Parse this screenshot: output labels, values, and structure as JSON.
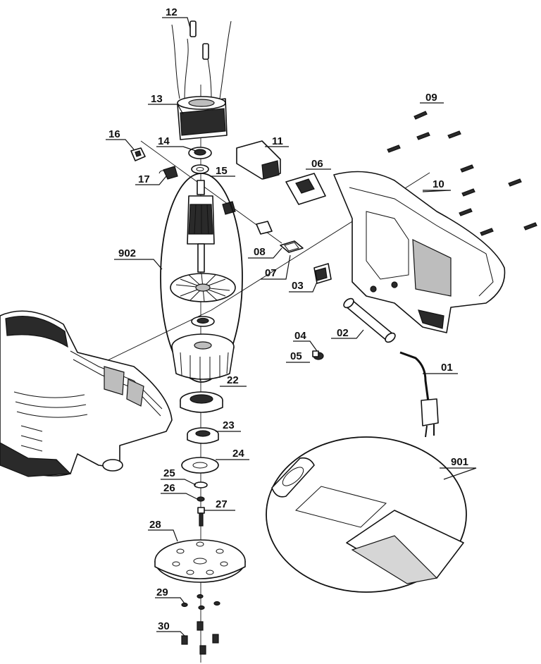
{
  "labels": {
    "p01": "01",
    "p02": "02",
    "p03": "03",
    "p04": "04",
    "p05": "05",
    "p06": "06",
    "p07": "07",
    "p08": "08",
    "p09": "09",
    "p10": "10",
    "p11": "11",
    "p12": "12",
    "p13": "13",
    "p14": "14",
    "p15": "15",
    "p16": "16",
    "p17": "17",
    "p22": "22",
    "p23": "23",
    "p24": "24",
    "p25": "25",
    "p26": "26",
    "p27": "27",
    "p28": "28",
    "p29": "29",
    "p30": "30",
    "p901": "901",
    "p902": "902"
  }
}
